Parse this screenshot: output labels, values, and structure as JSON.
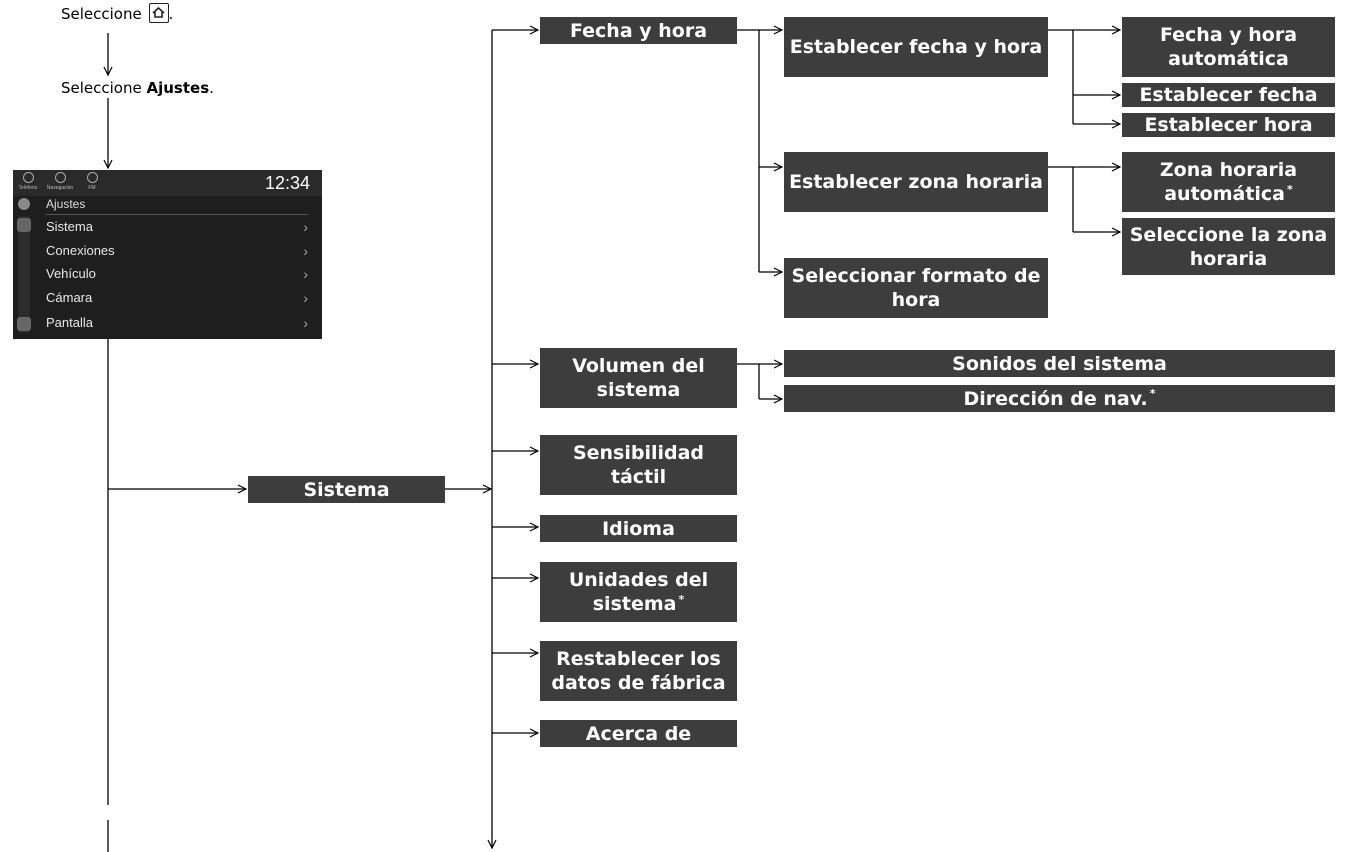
{
  "instructions": {
    "step1_prefix": "Seleccione",
    "step1_suffix": ".",
    "home_icon_label": "HOME",
    "step2_prefix": "Seleccione ",
    "step2_bold": "Ajustes",
    "step2_suffix": "."
  },
  "screen": {
    "tabs": [
      "Teléfono",
      "Navegación",
      "FM"
    ],
    "clock": "12:34",
    "header": "Ajustes",
    "items": [
      "Sistema",
      "Conexiones",
      "Vehículo",
      "Cámara",
      "Pantalla"
    ]
  },
  "nodes": {
    "sistema": "Sistema",
    "fecha_hora": "Fecha y hora",
    "establecer_fecha_hora": "Establecer fecha y hora",
    "fecha_hora_auto": "Fecha y hora automática",
    "establecer_fecha": "Establecer fecha",
    "establecer_hora": "Establecer hora",
    "establecer_zona": "Establecer zona horaria",
    "zona_auto": "Zona horaria automática",
    "seleccione_zona": "Seleccione la zona horaria",
    "formato_hora": "Seleccionar formato de hora",
    "volumen": "Volumen del sistema",
    "sonidos": "Sonidos del sistema",
    "direccion_nav": "Dirección de nav.",
    "sensibilidad": "Sensibilidad táctil",
    "idioma": "Idioma",
    "unidades": "Unidades del sistema",
    "restablecer": "Restablecer los datos de fábrica",
    "acerca": "Acerca de"
  },
  "footnote_marker": "*",
  "colors": {
    "box_bg": "#3d3d3d",
    "box_text": "#ffffff",
    "line": "#000000"
  }
}
